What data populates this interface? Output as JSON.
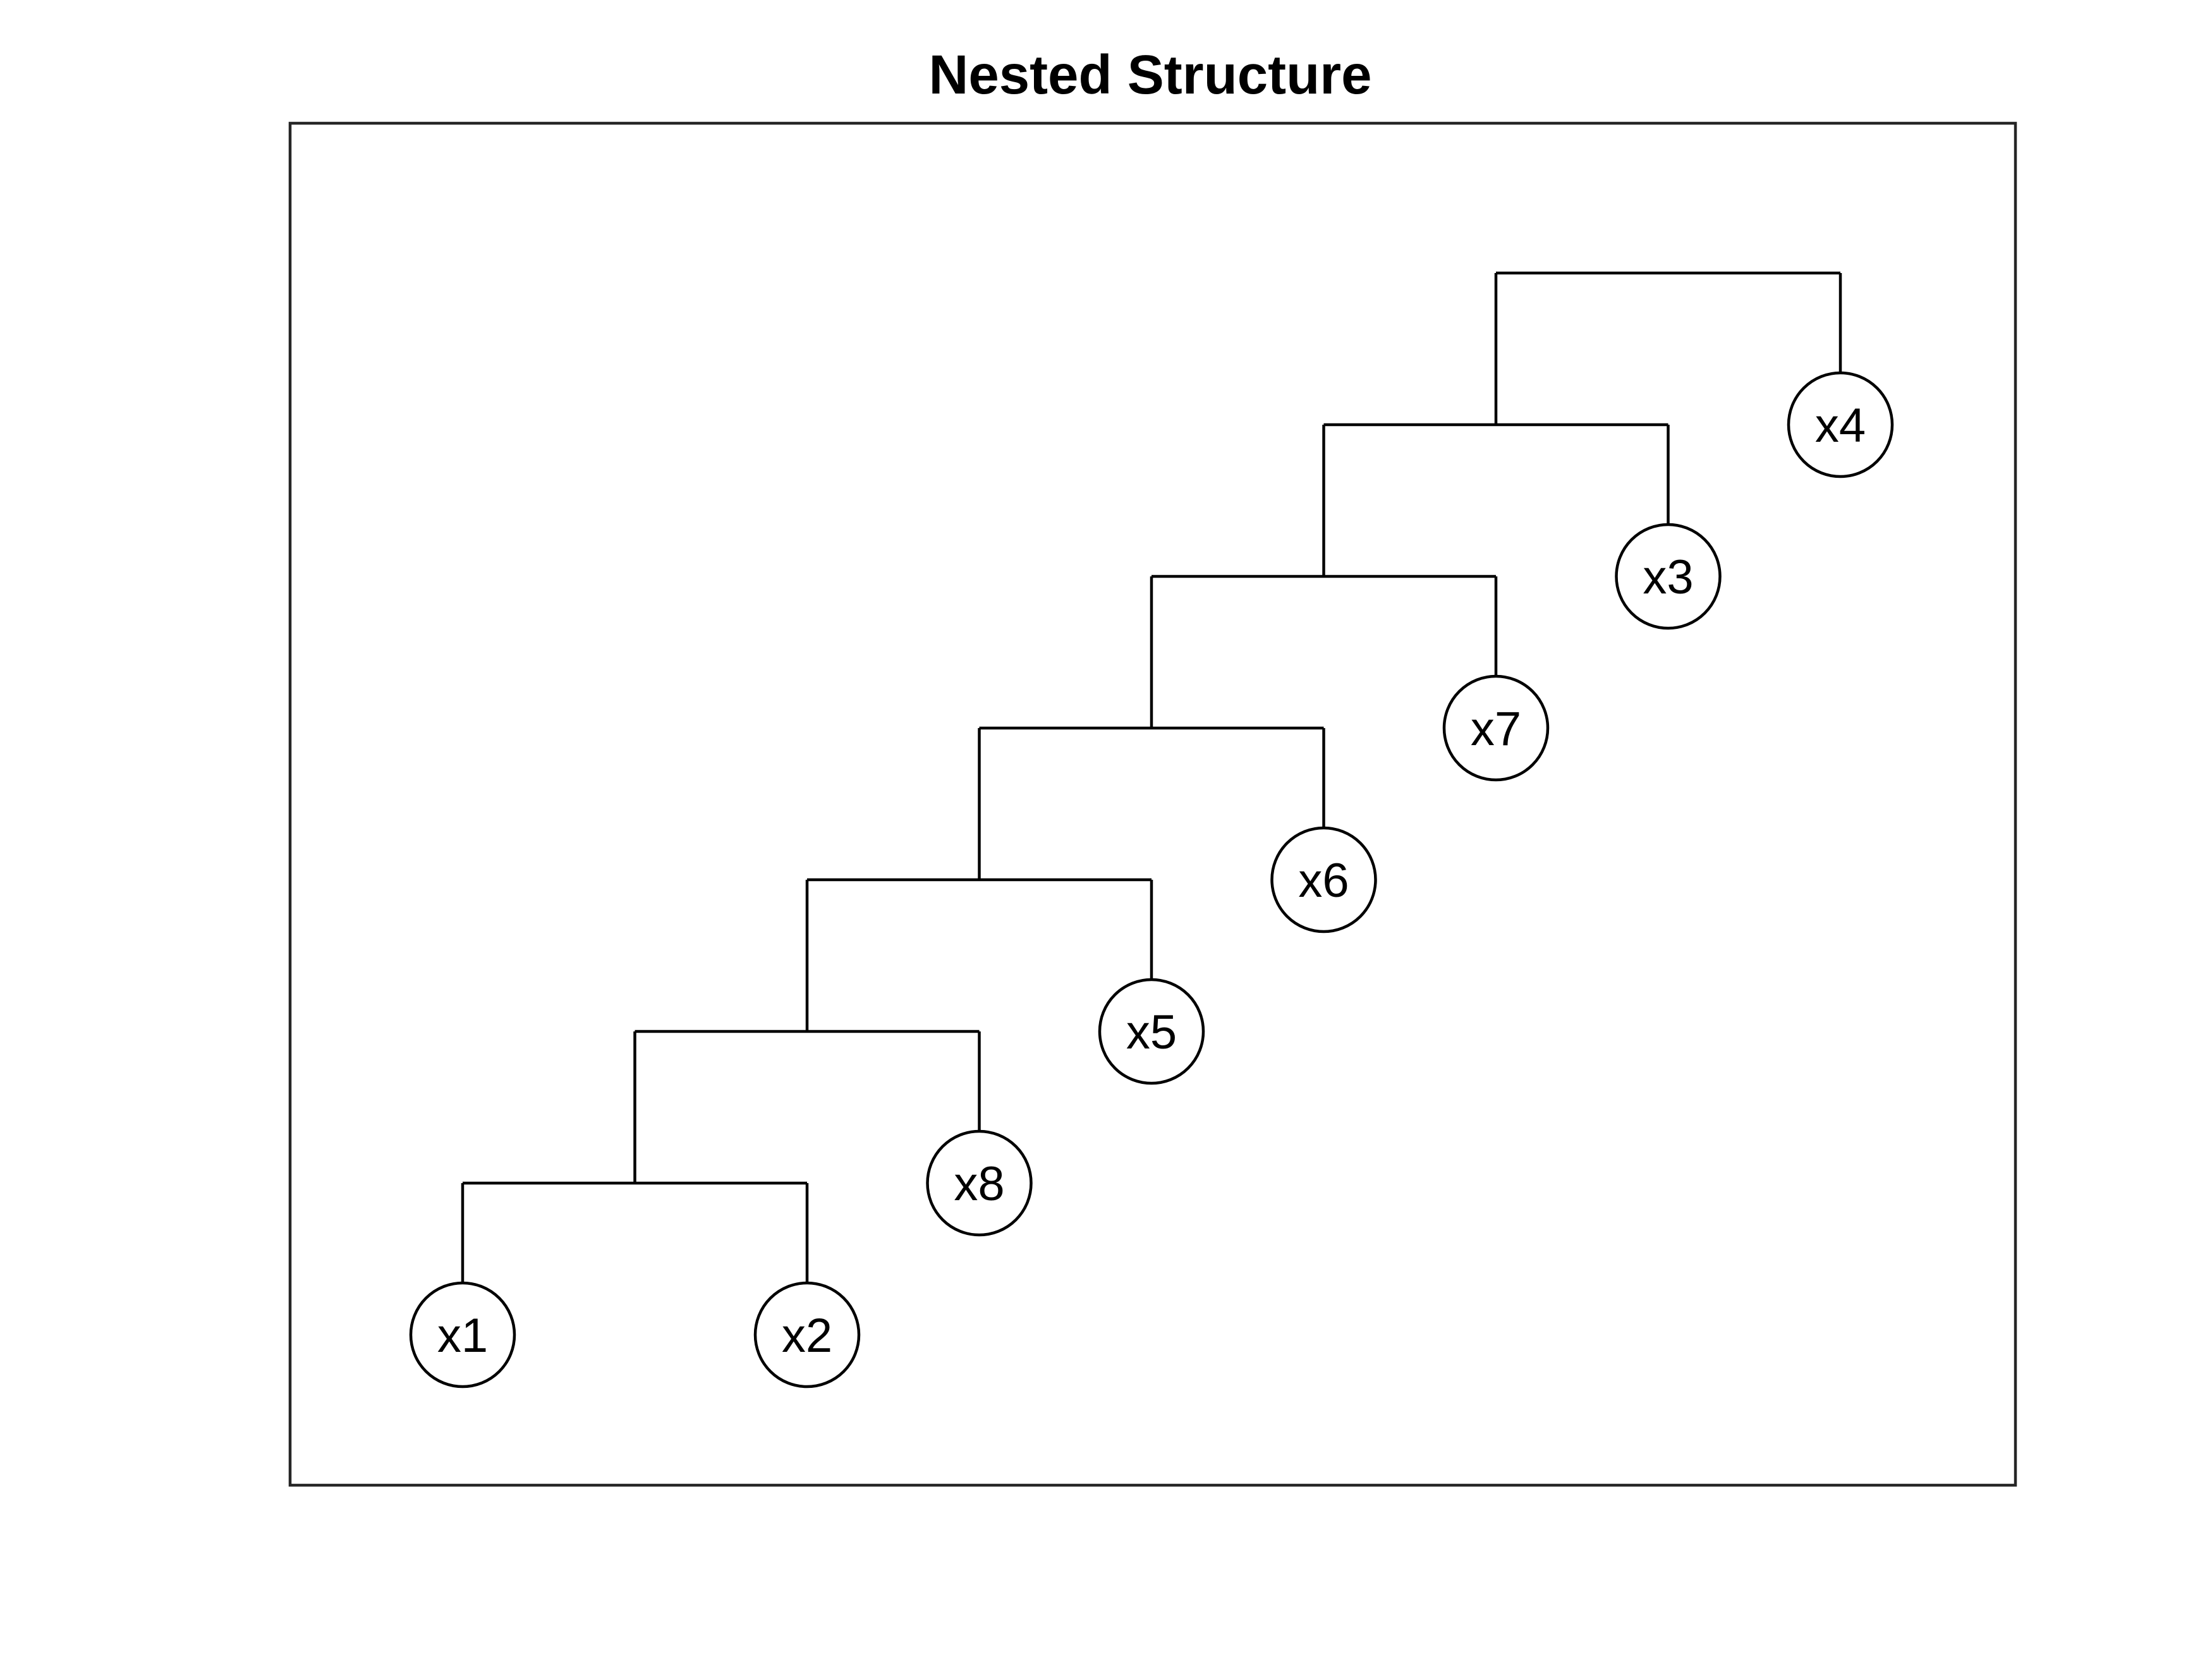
{
  "title": "Nested Structure",
  "tree": {
    "type": "dendrogram",
    "leaves": [
      "x1",
      "x2",
      "x8",
      "x5",
      "x6",
      "x7",
      "x3",
      "x4"
    ],
    "merges": [
      [
        "x1",
        "x2"
      ],
      [
        "(x1,x2)",
        "x8"
      ],
      [
        "((x1,x2),x8)",
        "x5"
      ],
      [
        "(((x1,x2),x8),x5)",
        "x6"
      ],
      [
        "((((x1,x2),x8),x5),x6)",
        "x7"
      ],
      [
        "(((((x1,x2),x8),x5),x6),x7)",
        "x3"
      ],
      [
        "((((((x1,x2),x8),x5),x6),x7),x3)",
        "x4"
      ]
    ]
  },
  "colors": {
    "line": "#000000",
    "frame": "#262626",
    "background": "#ffffff"
  }
}
